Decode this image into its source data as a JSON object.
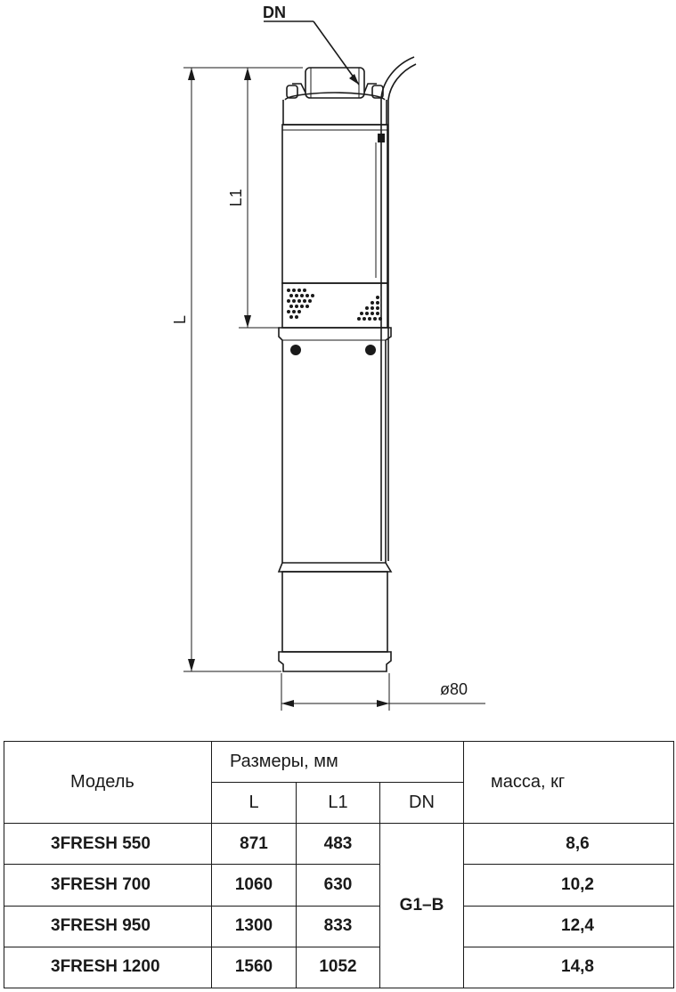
{
  "drawing": {
    "labels": {
      "dn": "DN",
      "l1": "L1",
      "l": "L",
      "diameter": "ø80"
    }
  },
  "table": {
    "model_header": "Модель",
    "dimensions_header": "Размеры, мм",
    "mass_header": "масса, кг",
    "col_l": "L",
    "col_l1": "L1",
    "col_dn": "DN",
    "dn_value": "G1–B",
    "rows": [
      {
        "model": "3FRESH 550",
        "l": "871",
        "l1": "483",
        "mass": "8,6"
      },
      {
        "model": "3FRESH 700",
        "l": "1060",
        "l1": "630",
        "mass": "10,2"
      },
      {
        "model": "3FRESH 950",
        "l": "1300",
        "l1": "833",
        "mass": "12,4"
      },
      {
        "model": "3FRESH 1200",
        "l": "1560",
        "l1": "1052",
        "mass": "14,8"
      }
    ]
  }
}
